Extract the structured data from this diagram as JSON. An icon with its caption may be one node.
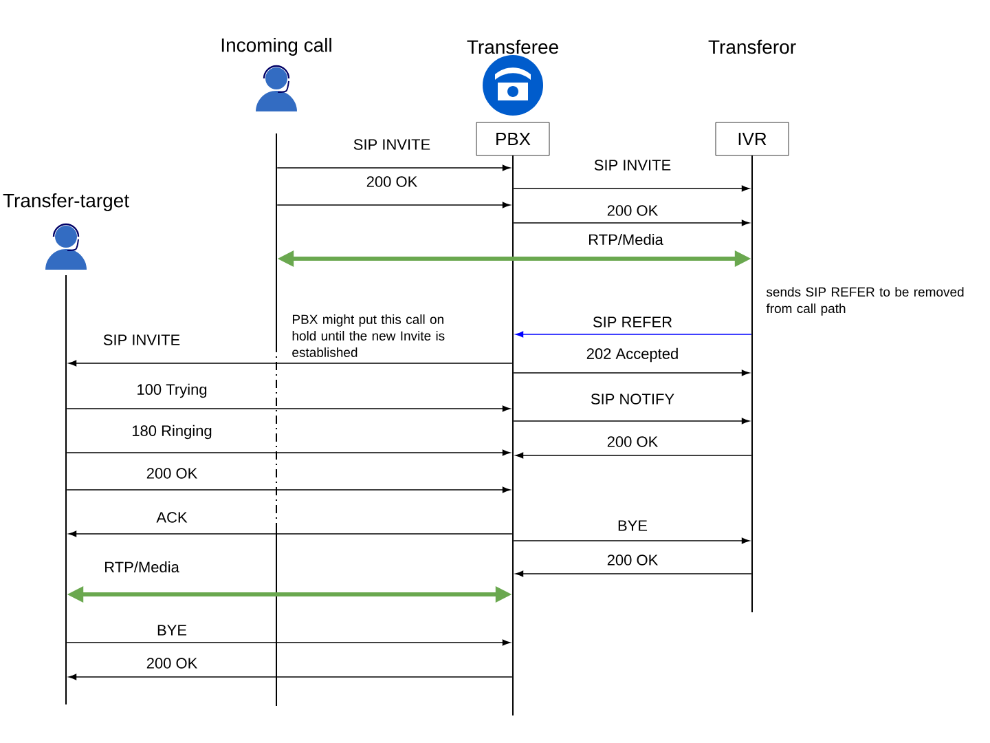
{
  "diagram": {
    "nodes": [
      {
        "text": [
          "Incoming call"
        ]
      },
      {
        "text": [
          "Transferee",
          "PBX"
        ]
      },
      {
        "text": [
          "Transferor",
          "IVR"
        ]
      },
      {
        "text": [
          "Transfer-target"
        ]
      },
      {
        "text": [],
        "shape": "line"
      },
      {
        "text": [],
        "shape": "line"
      },
      {
        "text": [],
        "shape": "line"
      },
      {
        "text": [],
        "shape": "line"
      }
    ],
    "edges": [
      {
        "from": 5,
        "to": 6,
        "arrow": "to",
        "label": "SIP INVITE"
      },
      {
        "from": 6,
        "to": 7,
        "arrow": "to",
        "label": "SIP INVITE"
      },
      {
        "from": 5,
        "to": 6,
        "arrow": "to",
        "label": "200 OK"
      },
      {
        "from": 6,
        "to": 7,
        "arrow": "to",
        "label": "200 OK"
      },
      {
        "from": 5,
        "to": 7,
        "arrow": "both",
        "label": "RTP/Media",
        "style": "thick",
        "color": "#6aa84f"
      },
      {
        "from": 7,
        "to": 6,
        "arrow": "to",
        "label": "SIP REFER",
        "color": "#0000ff"
      },
      {
        "from": 6,
        "to": 4,
        "arrow": "to",
        "label": "SIP INVITE"
      },
      {
        "from": 6,
        "to": 7,
        "arrow": "to",
        "label": "202 Accepted"
      },
      {
        "from": 4,
        "to": 6,
        "arrow": "to",
        "label": "100 Trying"
      },
      {
        "from": 6,
        "to": 7,
        "arrow": "to",
        "label": "SIP NOTIFY"
      },
      {
        "from": 4,
        "to": 6,
        "arrow": "to",
        "label": "180 Ringing"
      },
      {
        "from": 7,
        "to": 6,
        "arrow": "to",
        "label": "200 OK"
      },
      {
        "from": 4,
        "to": 6,
        "arrow": "to",
        "label": "200 OK"
      },
      {
        "from": 6,
        "to": 4,
        "arrow": "to",
        "label": "ACK"
      },
      {
        "from": 6,
        "to": 7,
        "arrow": "to",
        "label": "BYE"
      },
      {
        "from": 7,
        "to": 6,
        "arrow": "to",
        "label": "200 OK"
      },
      {
        "from": 4,
        "to": 6,
        "arrow": "both",
        "label": "RTP/Media",
        "style": "thick",
        "color": "#6aa84f"
      },
      {
        "from": 4,
        "to": 6,
        "arrow": "to",
        "label": "BYE"
      },
      {
        "from": 6,
        "to": 4,
        "arrow": "to",
        "label": "200 OK"
      }
    ],
    "labels": [
      "PBX might put this call on hold until the new Invite is established",
      "sends SIP REFER to be removed from call path"
    ]
  }
}
